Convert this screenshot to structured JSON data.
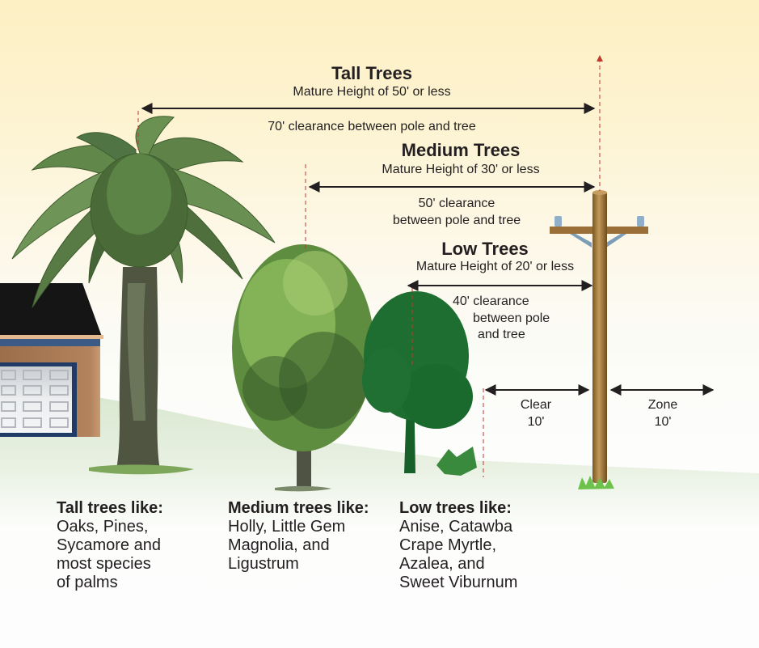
{
  "colors": {
    "sky_top": "#fdf0c4",
    "ground": "#dfe9d6",
    "pole": "#a47a3c",
    "arrow": "#231f20",
    "dashed_marker": "#c0392b",
    "palm_green": "#5a7f45",
    "medium_tree_green": "#6f9e4a",
    "low_tree_green": "#1e6b30",
    "house_wall": "#a97a55",
    "house_roof": "#151515"
  },
  "sections": {
    "tall": {
      "heading": "Tall Trees",
      "height_note": "Mature Height of 50' or less",
      "clearance": [
        "70' clearance between pole and tree"
      ]
    },
    "medium": {
      "heading": "Medium Trees",
      "height_note": "Mature Height of 30' or less",
      "clearance": [
        "50' clearance",
        "between pole and tree"
      ]
    },
    "low": {
      "heading": "Low Trees",
      "height_note": "Mature Height of 20' or less",
      "clearance": [
        "40' clearance",
        "between pole",
        "and tree"
      ]
    }
  },
  "zones": {
    "left": [
      "Clear",
      "10'"
    ],
    "right": [
      "Zone",
      "10'"
    ]
  },
  "examples": {
    "tall": {
      "title": "Tall trees like:",
      "lines": [
        "Oaks, Pines,",
        "Sycamore and",
        "most species",
        "of palms"
      ]
    },
    "medium": {
      "title": "Medium trees like:",
      "lines": [
        "Holly, Little Gem",
        "Magnolia, and",
        "Ligustrum"
      ]
    },
    "low": {
      "title": "Low trees like:",
      "lines": [
        "Anise, Catawba",
        "Crape Myrtle,",
        "Azalea, and",
        "Sweet Viburnum"
      ]
    }
  }
}
